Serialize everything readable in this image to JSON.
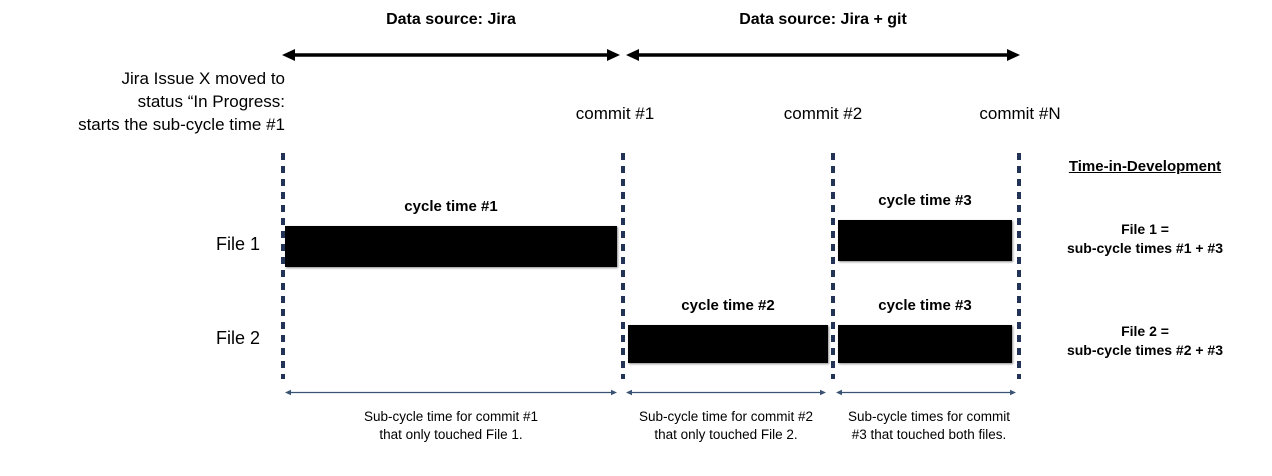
{
  "sections": [
    {
      "label": "Data source: Jira",
      "arrow": "double-headed-arrow"
    },
    {
      "label": "Data source: Jira + git",
      "arrow": "double-headed-arrow"
    }
  ],
  "left_note": {
    "line1": "Jira Issue X moved to",
    "line2": "status “In Progress:",
    "line3": "starts the sub-cycle time #1"
  },
  "commits": [
    {
      "label": "commit #1"
    },
    {
      "label": "commit #2"
    },
    {
      "label": "commit #N"
    }
  ],
  "rows": [
    {
      "label": "File 1"
    },
    {
      "label": "File 2"
    }
  ],
  "bars": [
    {
      "caption": "cycle time #1",
      "row": "File 1",
      "segment": 1
    },
    {
      "caption": "cycle time #3",
      "row": "File 1",
      "segment": 3
    },
    {
      "caption": "cycle time #2",
      "row": "File 2",
      "segment": 2
    },
    {
      "caption": "cycle time #3",
      "row": "File 2",
      "segment": 3
    }
  ],
  "sub_captions": [
    {
      "line1": "Sub-cycle time for commit #1",
      "line2": "that only touched File 1."
    },
    {
      "line1": "Sub-cycle time for commit #2",
      "line2": "that only touched File 2."
    },
    {
      "line1": "Sub-cycle times for commit",
      "line2": "#3 that touched both files."
    }
  ],
  "legend": {
    "title": "Time-in-Development",
    "items": [
      {
        "line1": "File 1 =",
        "line2": "sub-cycle times #1 + #3"
      },
      {
        "line1": "File 2 =",
        "line2": "sub-cycle times #2 + #3"
      }
    ]
  },
  "colors": {
    "bar": "#000000",
    "dashed_line": "#223355",
    "thin_arrow": "#3b5373",
    "text": "#000000",
    "background": "#ffffff"
  }
}
